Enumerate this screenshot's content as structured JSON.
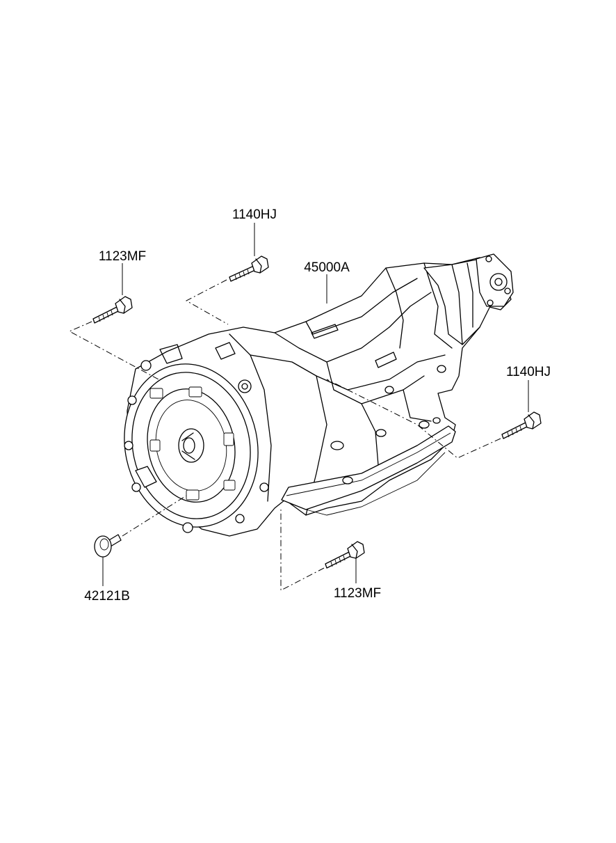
{
  "parts": {
    "bolt_top_center": "1140HJ",
    "bolt_top_left": "1123MF",
    "transmission_assembly": "45000A",
    "bolt_right": "1140HJ",
    "bolt_bottom_left": "42121B",
    "bolt_bottom_center": "1123MF"
  }
}
